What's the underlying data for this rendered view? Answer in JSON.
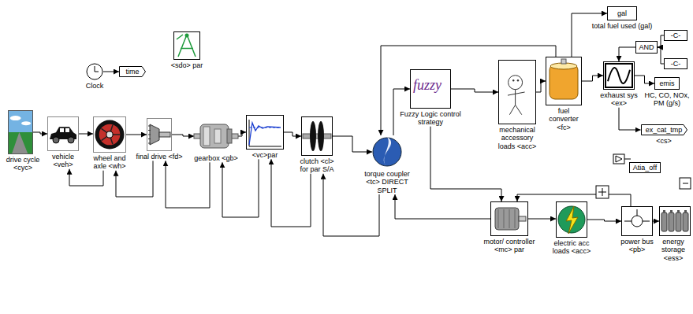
{
  "diagram": {
    "nodes": [
      {
        "text": [
          "drive cycle <cyc>"
        ]
      },
      {
        "text": [
          "vehicle <veh>"
        ]
      },
      {
        "text": [
          "wheel and axle <wh>"
        ]
      },
      {
        "text": [
          "final drive <fd>"
        ]
      },
      {
        "text": [
          "gearbox <gb>"
        ]
      },
      {
        "text": [
          "<vc>par"
        ]
      },
      {
        "text": [
          "clutch <cl> for par S/A"
        ]
      },
      {
        "text": [
          "torque coupler <tc> DIRECT SPLIT"
        ]
      },
      {
        "text": [
          "Fuzzy Logic control strategy"
        ]
      },
      {
        "text": [
          "mechanical accessory loads <acc>"
        ]
      },
      {
        "text": [
          "fuel converter <fc>"
        ]
      },
      {
        "text": [
          "exhaust sys <ex>"
        ]
      },
      {
        "text": [
          "motor/ controller <mc> par"
        ]
      },
      {
        "text": [
          "electric acc loads <acc>"
        ]
      },
      {
        "text": [
          "power bus <pb>"
        ]
      },
      {
        "text": [
          "energy storage <ess>"
        ]
      },
      {
        "text": [
          "Clock"
        ]
      },
      {
        "text": [
          "time"
        ]
      },
      {
        "text": [
          "<sdo> par"
        ]
      },
      {
        "text": [
          "gal",
          "total fuel used (gal)"
        ]
      },
      {
        "text": [
          "AND"
        ]
      },
      {
        "text": [
          "-C-"
        ]
      },
      {
        "text": [
          "-C-"
        ]
      },
      {
        "text": [
          "emis",
          "HC, CO, NOx, PM (g/s)"
        ]
      },
      {
        "text": [
          "ex_cat_tmp",
          "<cs>"
        ]
      },
      {
        "text": [
          "Atia_off"
        ]
      }
    ],
    "edges": [
      {
        "from": 0,
        "to": 1,
        "arrow": "to"
      },
      {
        "from": 1,
        "to": 2,
        "arrow": "to"
      },
      {
        "from": 2,
        "to": 3,
        "arrow": "to"
      },
      {
        "from": 3,
        "to": 4,
        "arrow": "to"
      },
      {
        "from": 4,
        "to": 5,
        "arrow": "to"
      },
      {
        "from": 5,
        "to": 6,
        "arrow": "to"
      },
      {
        "from": 6,
        "to": 7,
        "arrow": "to"
      },
      {
        "from": 7,
        "to": 8,
        "arrow": "to"
      },
      {
        "from": 8,
        "to": 9,
        "arrow": "to"
      },
      {
        "from": 9,
        "to": 10,
        "arrow": "to"
      },
      {
        "from": 10,
        "to": 11,
        "arrow": "to"
      },
      {
        "from": 10,
        "to": 19,
        "arrow": "to"
      },
      {
        "from": 10,
        "to": 7,
        "arrow": "to"
      },
      {
        "from": 11,
        "to": 23,
        "arrow": "to"
      },
      {
        "from": 11,
        "to": 24,
        "arrow": "to"
      },
      {
        "from": 20,
        "to": 11,
        "arrow": "to"
      },
      {
        "from": 21,
        "to": 20,
        "arrow": "to"
      },
      {
        "from": 22,
        "to": 20,
        "arrow": "to"
      },
      {
        "from": 8,
        "to": 12,
        "arrow": "to"
      },
      {
        "from": 12,
        "to": 7,
        "arrow": "to"
      },
      {
        "from": 12,
        "to": 13,
        "arrow": "to"
      },
      {
        "from": 13,
        "to": 14,
        "arrow": "to"
      },
      {
        "from": 14,
        "to": 15,
        "arrow": "to"
      },
      {
        "from": 14,
        "to": 12,
        "arrow": "to"
      },
      {
        "from": 16,
        "to": 17,
        "arrow": "to"
      },
      {
        "from": 2,
        "to": 1,
        "arrow": "to"
      },
      {
        "from": 3,
        "to": 2,
        "arrow": "to"
      },
      {
        "from": 4,
        "to": 3,
        "arrow": "to"
      },
      {
        "from": 5,
        "to": 4,
        "arrow": "to"
      },
      {
        "from": 6,
        "to": 5,
        "arrow": "to"
      },
      {
        "from": 7,
        "to": 6,
        "arrow": "to"
      }
    ],
    "labels": [
      "fuzzy"
    ]
  }
}
